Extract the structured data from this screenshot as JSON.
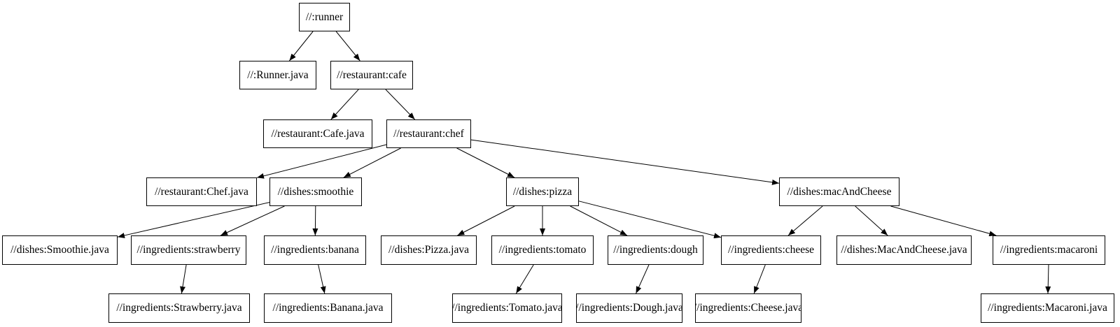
{
  "diagram": {
    "type": "dependency-graph",
    "nodes": [
      {
        "id": "runner",
        "label": "//:runner"
      },
      {
        "id": "runner_java",
        "label": "//:Runner.java"
      },
      {
        "id": "cafe",
        "label": "//restaurant:cafe"
      },
      {
        "id": "cafe_java",
        "label": "//restaurant:Cafe.java"
      },
      {
        "id": "chef",
        "label": "//restaurant:chef"
      },
      {
        "id": "chef_java",
        "label": "//restaurant:Chef.java"
      },
      {
        "id": "smoothie",
        "label": "//dishes:smoothie"
      },
      {
        "id": "pizza",
        "label": "//dishes:pizza"
      },
      {
        "id": "mac_and_cheese",
        "label": "//dishes:macAndCheese"
      },
      {
        "id": "smoothie_java",
        "label": "//dishes:Smoothie.java"
      },
      {
        "id": "strawberry",
        "label": "//ingredients:strawberry"
      },
      {
        "id": "banana",
        "label": "//ingredients:banana"
      },
      {
        "id": "pizza_java",
        "label": "//dishes:Pizza.java"
      },
      {
        "id": "tomato",
        "label": "//ingredients:tomato"
      },
      {
        "id": "dough",
        "label": "//ingredients:dough"
      },
      {
        "id": "cheese",
        "label": "//ingredients:cheese"
      },
      {
        "id": "mac_and_cheese_java",
        "label": "//dishes:MacAndCheese.java"
      },
      {
        "id": "macaroni",
        "label": "//ingredients:macaroni"
      },
      {
        "id": "strawberry_java",
        "label": "//ingredients:Strawberry.java"
      },
      {
        "id": "banana_java",
        "label": "//ingredients:Banana.java"
      },
      {
        "id": "tomato_java",
        "label": "//ingredients:Tomato.java"
      },
      {
        "id": "dough_java",
        "label": "//ingredients:Dough.java"
      },
      {
        "id": "cheese_java",
        "label": "//ingredients:Cheese.java"
      },
      {
        "id": "macaroni_java",
        "label": "//ingredients:Macaroni.java"
      }
    ],
    "edges": [
      {
        "from": "runner",
        "to": "runner_java"
      },
      {
        "from": "runner",
        "to": "cafe"
      },
      {
        "from": "cafe",
        "to": "cafe_java"
      },
      {
        "from": "cafe",
        "to": "chef"
      },
      {
        "from": "chef",
        "to": "chef_java"
      },
      {
        "from": "chef",
        "to": "smoothie"
      },
      {
        "from": "chef",
        "to": "pizza"
      },
      {
        "from": "chef",
        "to": "mac_and_cheese"
      },
      {
        "from": "smoothie",
        "to": "smoothie_java"
      },
      {
        "from": "smoothie",
        "to": "strawberry"
      },
      {
        "from": "smoothie",
        "to": "banana"
      },
      {
        "from": "pizza",
        "to": "pizza_java"
      },
      {
        "from": "pizza",
        "to": "tomato"
      },
      {
        "from": "pizza",
        "to": "dough"
      },
      {
        "from": "pizza",
        "to": "cheese"
      },
      {
        "from": "mac_and_cheese",
        "to": "cheese"
      },
      {
        "from": "mac_and_cheese",
        "to": "mac_and_cheese_java"
      },
      {
        "from": "mac_and_cheese",
        "to": "macaroni"
      },
      {
        "from": "strawberry",
        "to": "strawberry_java"
      },
      {
        "from": "banana",
        "to": "banana_java"
      },
      {
        "from": "tomato",
        "to": "tomato_java"
      },
      {
        "from": "dough",
        "to": "dough_java"
      },
      {
        "from": "cheese",
        "to": "cheese_java"
      },
      {
        "from": "macaroni",
        "to": "macaroni_java"
      }
    ]
  },
  "colors": {
    "background": "#ffffff",
    "node_fill": "#ffffff",
    "node_border": "#000000",
    "edge": "#000000",
    "text": "#000000"
  }
}
